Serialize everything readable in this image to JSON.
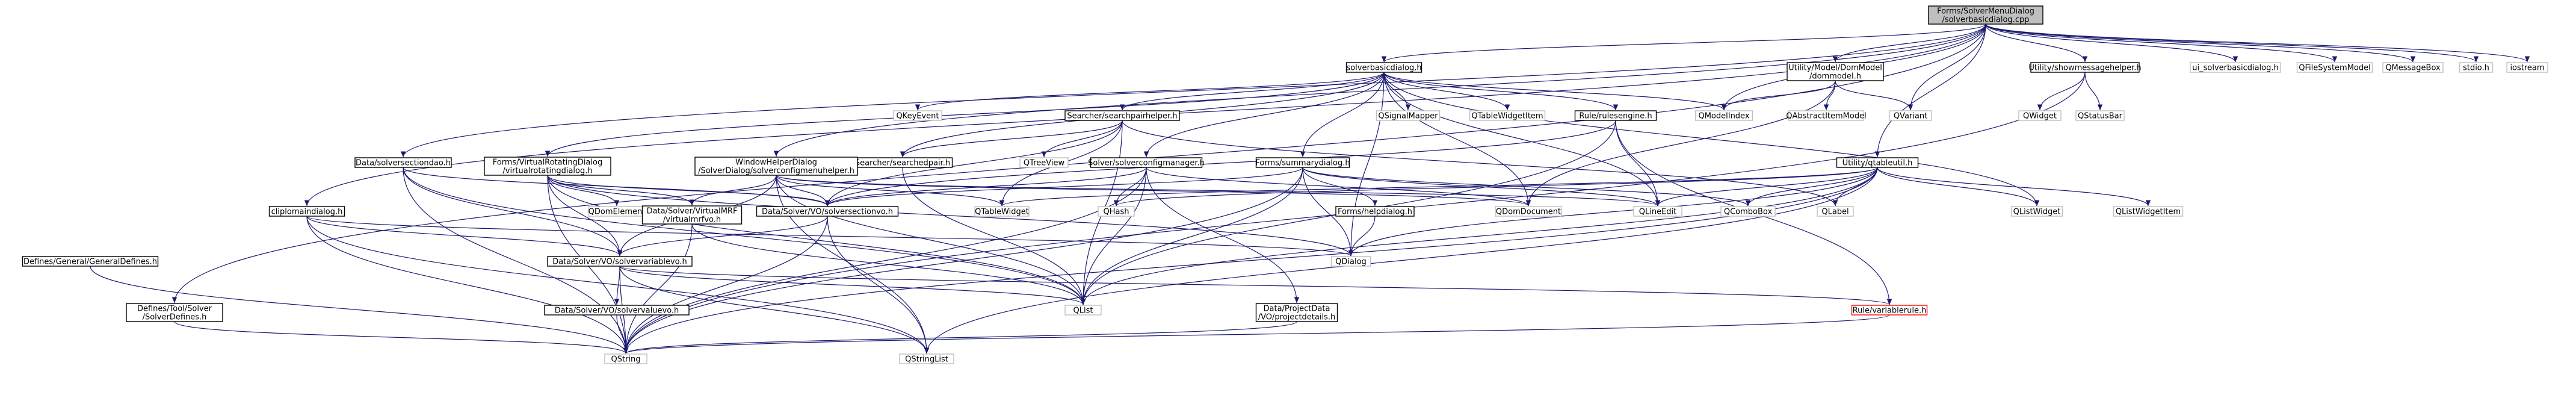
{
  "graph": {
    "colors": {
      "root_fill": "#bfbfbf",
      "node_fill": "#ffffff",
      "node_border": "#000000",
      "external_border": "#bfbfbf",
      "missing_border": "#ff0000",
      "edge": "#191970"
    },
    "nodes": [
      {
        "id": "root",
        "lines": [
          "Forms/SolverMenuDialog",
          "/solverbasicdialog.cpp"
        ],
        "style": "root"
      },
      {
        "id": "solverbasicdialog",
        "lines": [
          "solverbasicdialog.h"
        ],
        "style": "normal"
      },
      {
        "id": "dommodel",
        "lines": [
          "Utility/Model/DomModel",
          "/dommodel.h"
        ],
        "style": "normal"
      },
      {
        "id": "showmessagehelper",
        "lines": [
          "Utility/showmessagehelper.h"
        ],
        "style": "normal"
      },
      {
        "id": "ui_solverbasicdialog",
        "lines": [
          "ui_solverbasicdialog.h"
        ],
        "style": "external"
      },
      {
        "id": "qfilesystemmodel",
        "lines": [
          "QFileSystemModel"
        ],
        "style": "external"
      },
      {
        "id": "qmessagebox",
        "lines": [
          "QMessageBox"
        ],
        "style": "external"
      },
      {
        "id": "stdio",
        "lines": [
          "stdio.h"
        ],
        "style": "external"
      },
      {
        "id": "iostream",
        "lines": [
          "iostream"
        ],
        "style": "external"
      },
      {
        "id": "searchedpair",
        "lines": [
          "Searcher/searchedpair.h"
        ],
        "style": "normal"
      },
      {
        "id": "searchpairhelper",
        "lines": [
          "Searcher/searchpairhelper.h"
        ],
        "style": "normal"
      },
      {
        "id": "rulesengine",
        "lines": [
          "Rule/rulesengine.h"
        ],
        "style": "normal"
      },
      {
        "id": "qkeyevent",
        "lines": [
          "QKeyEvent"
        ],
        "style": "external"
      },
      {
        "id": "qsignalmapper",
        "lines": [
          "QSignalMapper"
        ],
        "style": "external"
      },
      {
        "id": "qtablewidgetitem",
        "lines": [
          "QTableWidgetItem"
        ],
        "style": "external"
      },
      {
        "id": "qmodelindex",
        "lines": [
          "QModelIndex"
        ],
        "style": "external"
      },
      {
        "id": "qabstractitemmodel",
        "lines": [
          "QAbstractItemModel"
        ],
        "style": "external"
      },
      {
        "id": "qvariant",
        "lines": [
          "QVariant"
        ],
        "style": "external"
      },
      {
        "id": "qwidget",
        "lines": [
          "QWidget"
        ],
        "style": "external"
      },
      {
        "id": "qstatusbar",
        "lines": [
          "QStatusBar"
        ],
        "style": "external"
      },
      {
        "id": "solverconfigmanager",
        "lines": [
          "Solver/solverconfigmanager.h"
        ],
        "style": "normal"
      },
      {
        "id": "summarydialog",
        "lines": [
          "Forms/summarydialog.h"
        ],
        "style": "normal"
      },
      {
        "id": "windowhelperdialog",
        "lines": [
          "WindowHelperDialog",
          "/SolverDialog/solverconfigmenuhelper.h"
        ],
        "style": "normal"
      },
      {
        "id": "solversectiondao",
        "lines": [
          "Data/solversectiondao.h"
        ],
        "style": "normal"
      },
      {
        "id": "virtualrotatingdialog",
        "lines": [
          "Forms/VirtualRotatingDialog",
          "/virtualrotatingdialog.h"
        ],
        "style": "normal"
      },
      {
        "id": "qtreeview",
        "lines": [
          "QTreeView"
        ],
        "style": "external"
      },
      {
        "id": "qdomelement",
        "lines": [
          "QDomElement"
        ],
        "style": "external"
      },
      {
        "id": "virtualmrfvo",
        "lines": [
          "Data/Solver/VirtualMRF",
          "/virtualmrfvo.h"
        ],
        "style": "normal"
      },
      {
        "id": "solversectionvo",
        "lines": [
          "Data/Solver/VO/solversectionvo.h"
        ],
        "style": "normal"
      },
      {
        "id": "qtablewidget",
        "lines": [
          "QTableWidget"
        ],
        "style": "external"
      },
      {
        "id": "qhash",
        "lines": [
          "QHash"
        ],
        "style": "external"
      },
      {
        "id": "helpdialog",
        "lines": [
          "Forms/helpdialog.h"
        ],
        "style": "normal"
      },
      {
        "id": "qdomdocument",
        "lines": [
          "QDomDocument"
        ],
        "style": "external"
      },
      {
        "id": "qlineedit",
        "lines": [
          "QLineEdit"
        ],
        "style": "external"
      },
      {
        "id": "qcombobox",
        "lines": [
          "QComboBox"
        ],
        "style": "external"
      },
      {
        "id": "qlabel",
        "lines": [
          "QLabel"
        ],
        "style": "external"
      },
      {
        "id": "qtableutil",
        "lines": [
          "Utility/qtableutil.h"
        ],
        "style": "normal"
      },
      {
        "id": "qlistwidget",
        "lines": [
          "QListWidget"
        ],
        "style": "external"
      },
      {
        "id": "qlistwidgetitem",
        "lines": [
          "QListWidgetItem"
        ],
        "style": "external"
      },
      {
        "id": "definesgeneral",
        "lines": [
          "Defines/General/GeneralDefines.h"
        ],
        "style": "normal"
      },
      {
        "id": "cliplomaindialog",
        "lines": [
          "cliplomaindialog.h"
        ],
        "style": "normal"
      },
      {
        "id": "solvervariablevo",
        "lines": [
          "Data/Solver/VO/solvervariablevo.h"
        ],
        "style": "normal"
      },
      {
        "id": "qdialog",
        "lines": [
          "QDialog"
        ],
        "style": "external"
      },
      {
        "id": "projectdetails",
        "lines": [
          "Data/ProjectData",
          "/VO/projectdetails.h"
        ],
        "style": "normal"
      },
      {
        "id": "definessolver",
        "lines": [
          "Defines/Tool/Solver",
          "/SolverDefines.h"
        ],
        "style": "normal"
      },
      {
        "id": "solvervaluevo",
        "lines": [
          "Data/Solver/VO/solvervaluevo.h"
        ],
        "style": "normal"
      },
      {
        "id": "qlist",
        "lines": [
          "QList"
        ],
        "style": "external"
      },
      {
        "id": "variablerule",
        "lines": [
          "Rule/variablerule.h"
        ],
        "style": "missing"
      },
      {
        "id": "qstring",
        "lines": [
          "QString"
        ],
        "style": "external"
      },
      {
        "id": "qstringlist",
        "lines": [
          "QStringList"
        ],
        "style": "external"
      }
    ]
  }
}
